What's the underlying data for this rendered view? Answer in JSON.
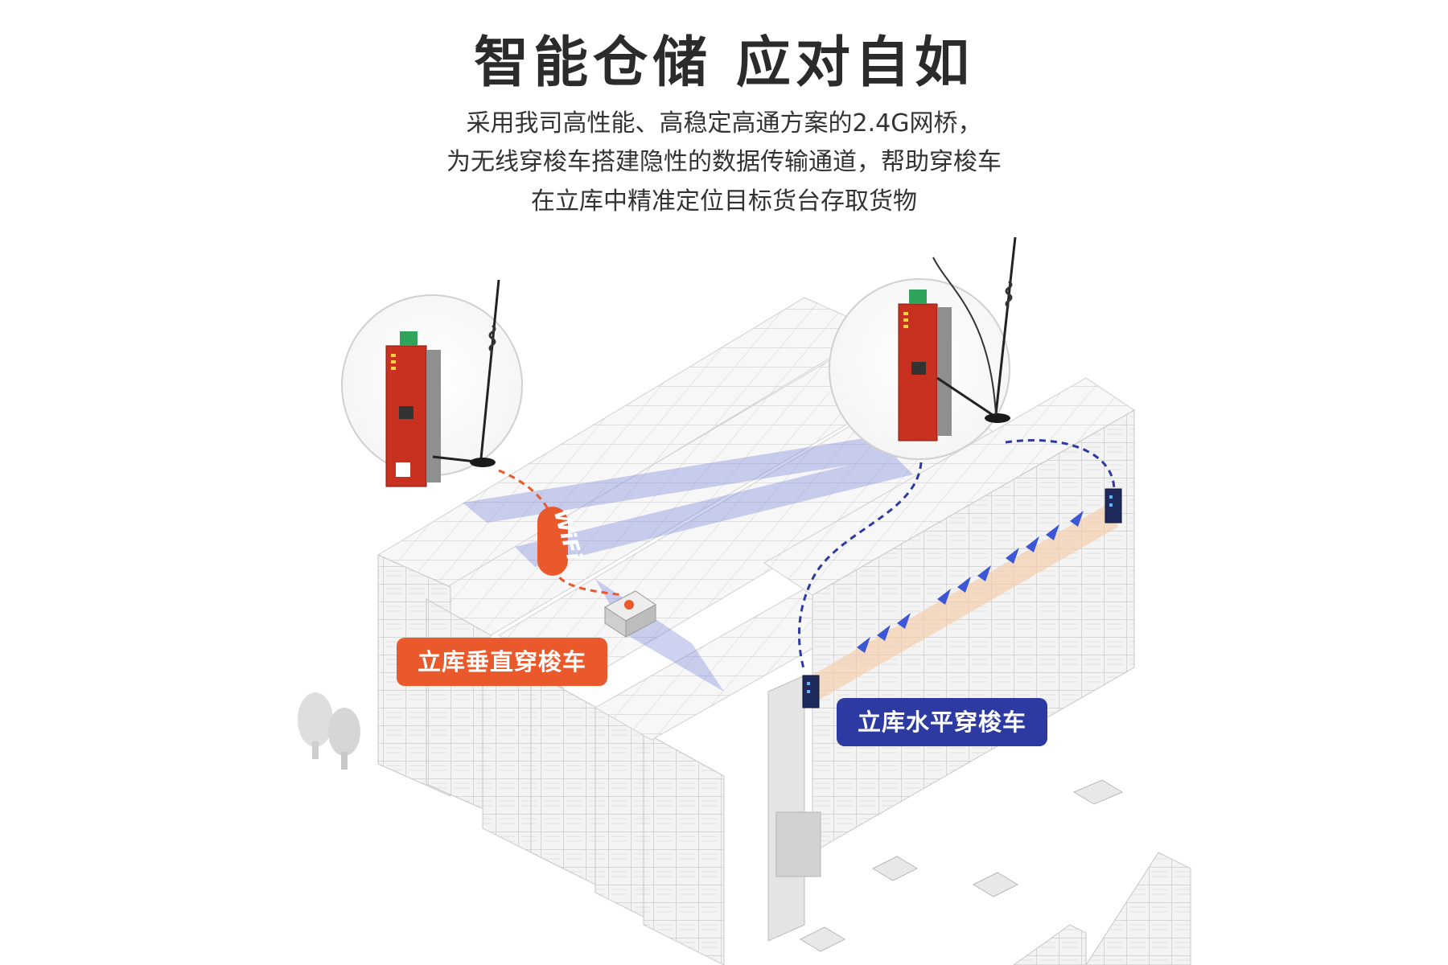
{
  "title": "智能仓储  应对自如",
  "description": {
    "line1": "采用我司高性能、高稳定高通方案的2.4G网桥，",
    "line2": "为无线穿梭车搭建隐性的数据传输通道，帮助穿梭车",
    "line3": "在立库中精准定位目标货台存取货物"
  },
  "labels": {
    "wifi": "WiFi",
    "vertical_shuttle": "立库垂直穿梭车",
    "horizontal_shuttle": "立库水平穿梭车"
  },
  "colors": {
    "vertical_accent": "#e9592b",
    "horizontal_accent": "#2d3aa2",
    "device_red": "#c8301f",
    "device_gray": "#8f8f8f",
    "rack": "#f2f2f2",
    "rack_line": "#cfcfcf"
  },
  "icons": {
    "left_device": "wireless-bridge-icon",
    "right_device": "wireless-bridge-icon",
    "antenna": "antenna-icon",
    "vertical_cart": "shuttle-cart-icon",
    "horizontal_cart": "shuttle-node-icon",
    "trees": "tree-icon",
    "pallets": "pallet-icon"
  }
}
